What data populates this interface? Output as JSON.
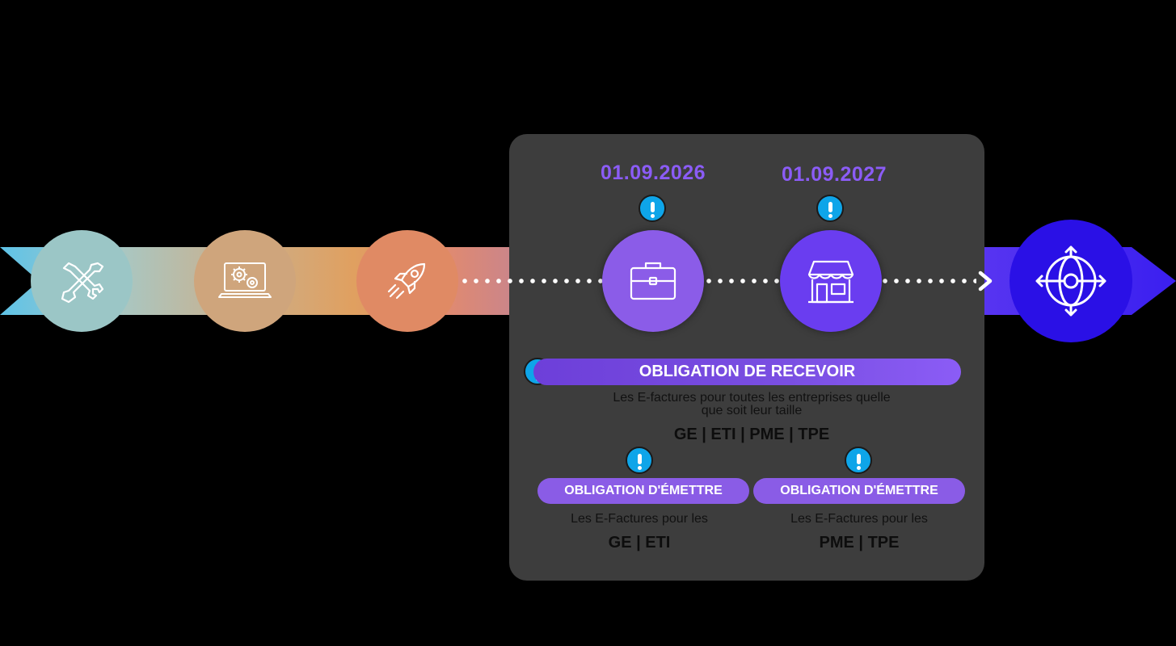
{
  "colors": {
    "background": "#000000",
    "panel": "#3d3d3d",
    "accent_purple": "#8b5cf6",
    "accent_blue": "#0ea5e9",
    "node_1": "#9bc6c6",
    "node_2": "#cfa57c",
    "node_3": "#e08a64",
    "node_4": "#8b5ce8",
    "node_5": "#6a3df0",
    "node_6": "#2a10e6"
  },
  "timeline": {
    "nodes": [
      {
        "icon": "tools-icon"
      },
      {
        "icon": "laptop-gears-icon"
      },
      {
        "icon": "rocket-icon"
      },
      {
        "icon": "briefcase-icon"
      },
      {
        "icon": "storefront-icon"
      },
      {
        "icon": "globe-compass-icon"
      }
    ],
    "dates": [
      "01.09.2026",
      "01.09.2027"
    ]
  },
  "receive": {
    "title": "OBLIGATION DE RECEVOIR",
    "description_line1": "Les E-factures pour toutes les entreprises quelle",
    "description_line2": "que soit leur taille",
    "tags": "GE | ETI | PME | TPE"
  },
  "emit": [
    {
      "title": "OBLIGATION D'ÉMETTRE",
      "description": "Les E-Factures pour les",
      "tags": "GE | ETI"
    },
    {
      "title": "OBLIGATION D'ÉMETTRE",
      "description": "Les E-Factures pour les",
      "tags": "PME | TPE"
    }
  ]
}
